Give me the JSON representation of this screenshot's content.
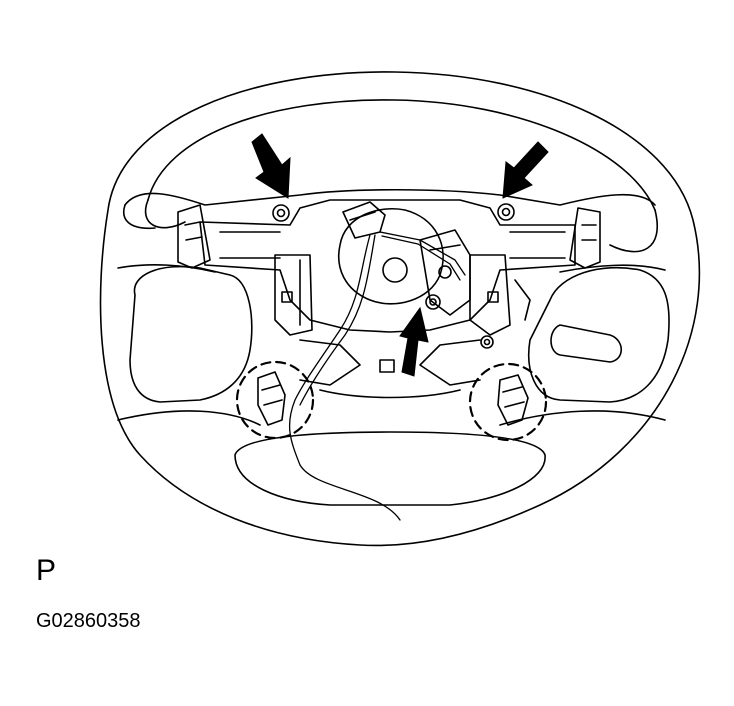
{
  "figure": {
    "view_label": "P",
    "figure_code": "G02860358"
  },
  "colors": {
    "line": "#000000",
    "background": "#ffffff"
  },
  "callouts": {
    "arrows": 3,
    "dashed_circles": 2
  }
}
